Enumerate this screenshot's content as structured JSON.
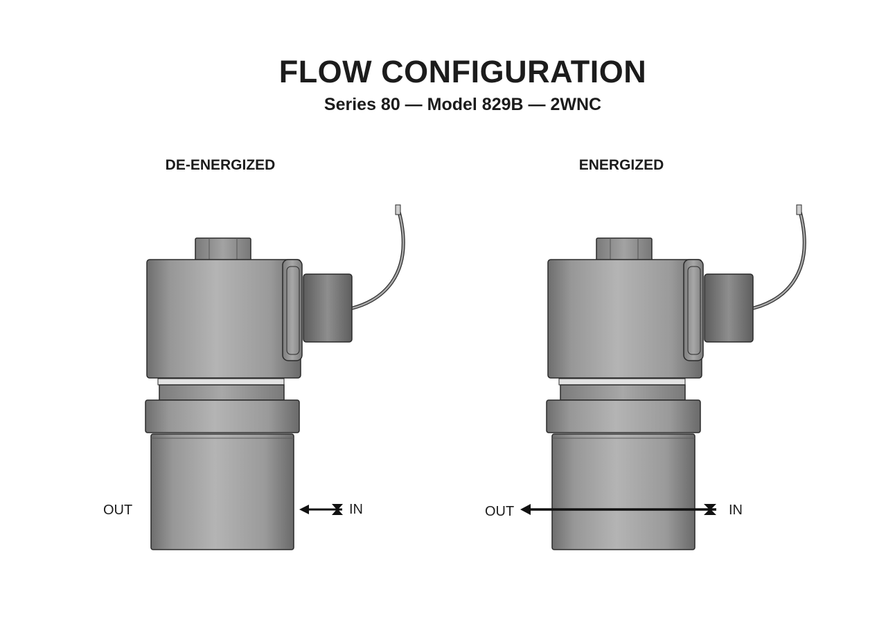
{
  "header": {
    "title": "FLOW CONFIGURATION",
    "subtitle": "Series 80 — Model 829B — 2WNC"
  },
  "panels": [
    {
      "label": "DE-ENERGIZED",
      "out_label": "OUT",
      "in_label": "IN",
      "flow": "blocked"
    },
    {
      "label": "ENERGIZED",
      "out_label": "OUT",
      "in_label": "IN",
      "flow": "open"
    }
  ],
  "colors": {
    "body_gray": "#9d9d9d",
    "outline": "#2a2a2a",
    "arrow": "#111111",
    "text": "#1c1c1c"
  }
}
